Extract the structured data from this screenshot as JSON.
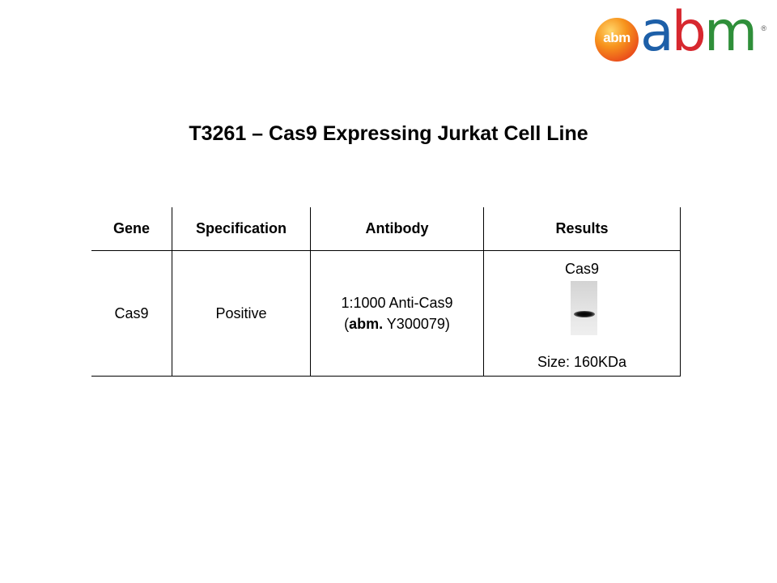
{
  "logo": {
    "ball_text": "abm",
    "letters": [
      "a",
      "b",
      "m"
    ],
    "registered": "®"
  },
  "title": "T3261 – Cas9 Expressing Jurkat Cell Line",
  "table": {
    "headers": [
      "Gene",
      "Specification",
      "Antibody",
      "Results"
    ],
    "row": {
      "gene": "Cas9",
      "specification": "Positive",
      "antibody_line1": "1:1000 Anti-Cas9",
      "antibody_open": "(",
      "antibody_brand": "abm.",
      "antibody_catalog": " Y300079)",
      "result_label": "Cas9",
      "result_size": "Size: 160KDa"
    }
  },
  "colors": {
    "logo_a": "#1d5fa8",
    "logo_b": "#d7282f",
    "logo_m": "#2f8f3a",
    "logo_ball": "#f7941d"
  }
}
